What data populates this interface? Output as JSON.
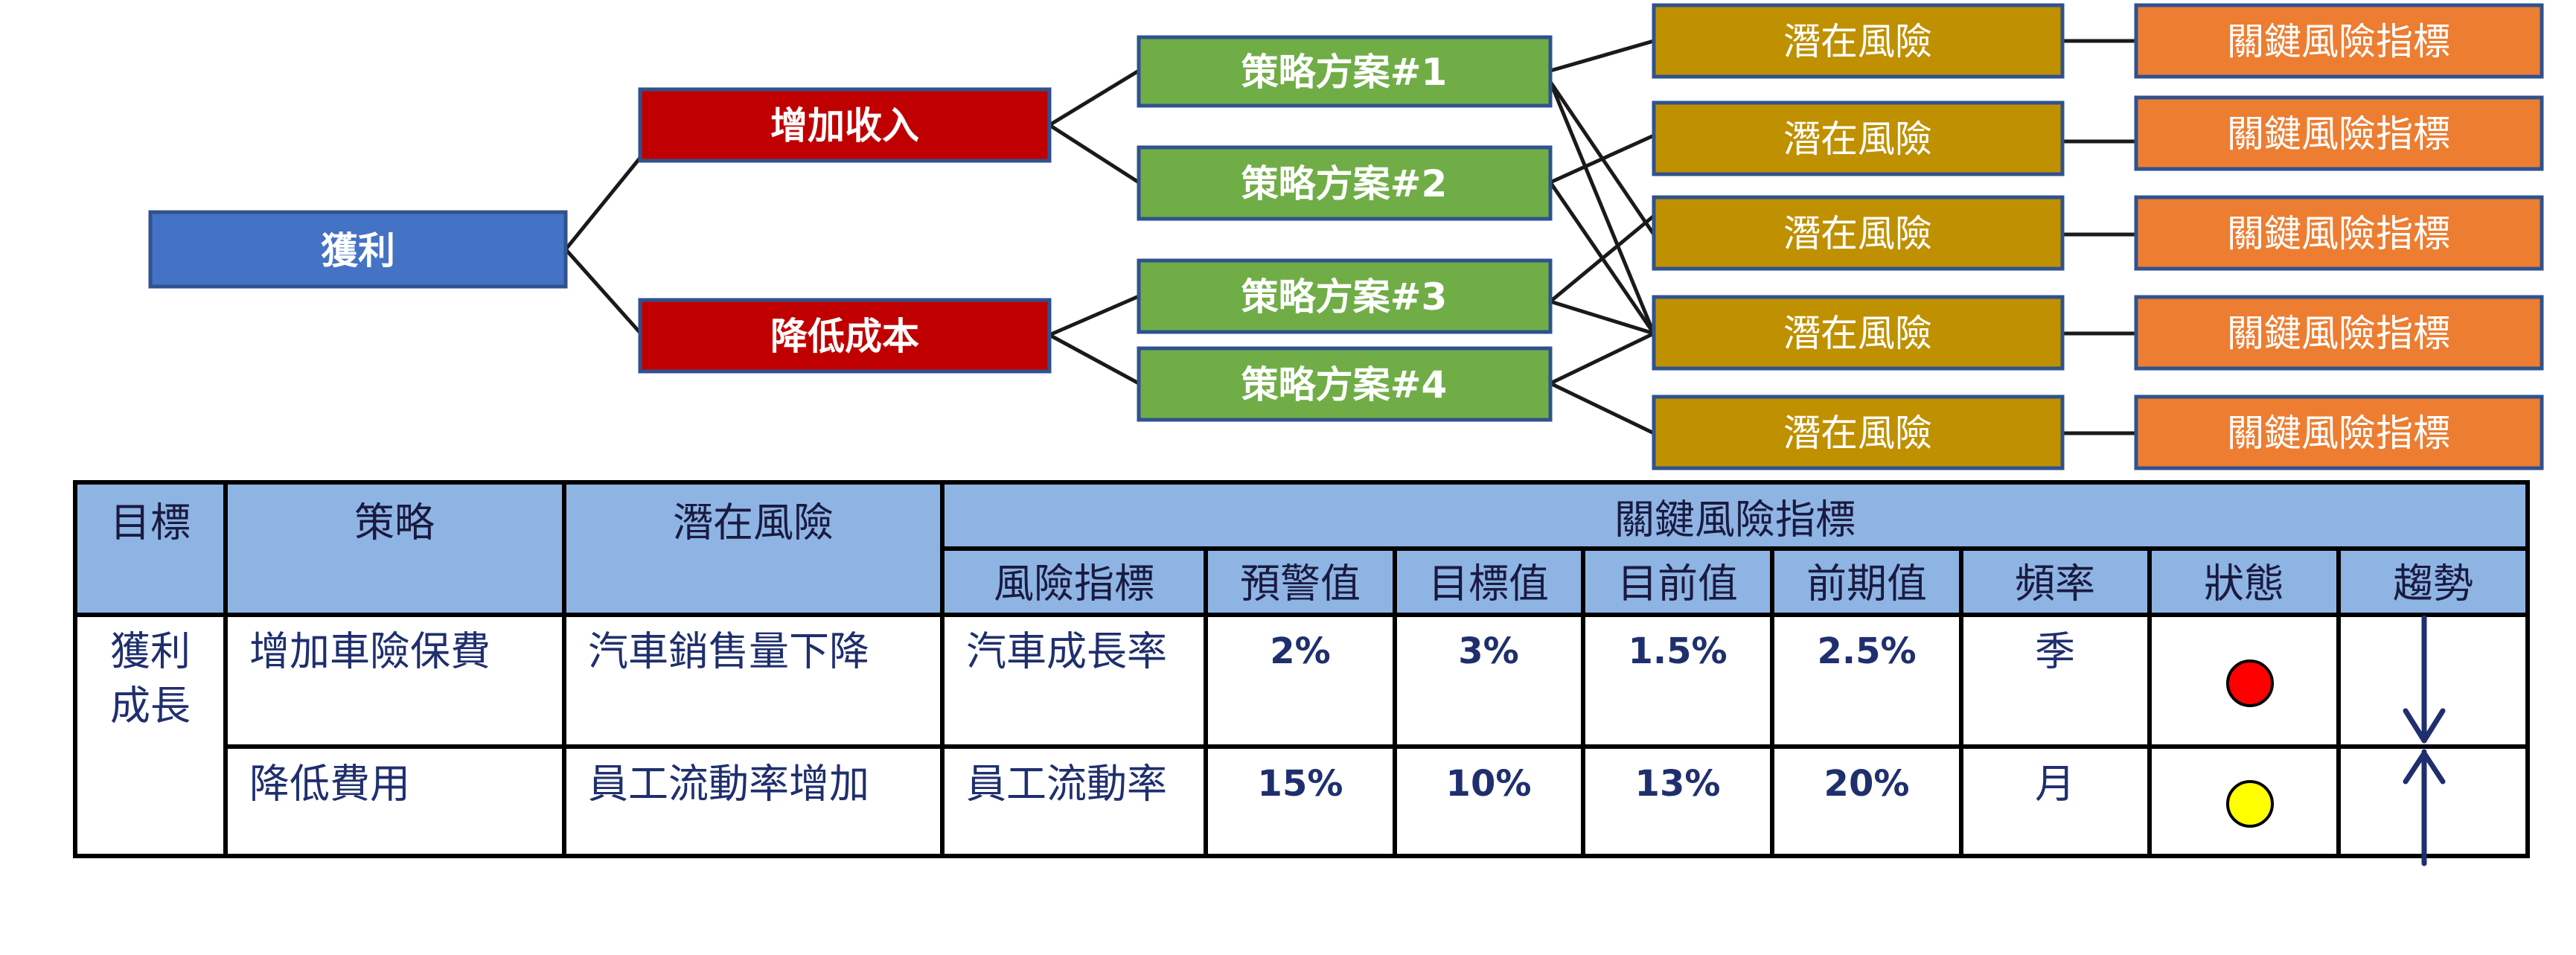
{
  "diagram": {
    "colors": {
      "root": "#4472c4",
      "branch": "#c00000",
      "strategy": "#70ad47",
      "risk": "#bf9000",
      "kri": "#ed7d31",
      "box_border": "#2f528f",
      "connector": "#1a1a1a"
    },
    "root": {
      "label": "獲利"
    },
    "branches": [
      {
        "label": "增加收入"
      },
      {
        "label": "降低成本"
      }
    ],
    "strategies": [
      {
        "label": "策略方案#1"
      },
      {
        "label": "策略方案#2"
      },
      {
        "label": "策略方案#3"
      },
      {
        "label": "策略方案#4"
      }
    ],
    "risks": [
      {
        "label": "潛在風險"
      },
      {
        "label": "潛在風險"
      },
      {
        "label": "潛在風險"
      },
      {
        "label": "潛在風險"
      },
      {
        "label": "潛在風險"
      }
    ],
    "kris": [
      {
        "label": "關鍵風險指標"
      },
      {
        "label": "關鍵風險指標"
      },
      {
        "label": "關鍵風險指標"
      },
      {
        "label": "關鍵風險指標"
      },
      {
        "label": "關鍵風險指標"
      }
    ]
  },
  "table": {
    "colors": {
      "header_bg": "#8eb4e3",
      "border": "#000000",
      "arrow": "#1f2f6e",
      "status_red": "#ff0000",
      "status_yellow": "#ffff00"
    },
    "headers": {
      "goal": "目標",
      "strategy": "策略",
      "risk": "潛在風險",
      "kri_group": "關鍵風險指標",
      "kri_columns": [
        "風險指標",
        "預警值",
        "目標值",
        "目前值",
        "前期值",
        "頻率",
        "狀態",
        "趨勢"
      ]
    },
    "goal_lines": [
      "獲利",
      "成長"
    ],
    "rows": [
      {
        "strategy": "增加車險保費",
        "risk": "汽車銷售量下降",
        "indicator": "汽車成長率",
        "warning": "2%",
        "target": "3%",
        "current": "1.5%",
        "previous": "2.5%",
        "frequency": "季",
        "status": "red",
        "trend": "down-arrow-icon"
      },
      {
        "strategy": "降低費用",
        "risk": "員工流動率增加",
        "indicator": "員工流動率",
        "warning": "15%",
        "target": "10%",
        "current": "13%",
        "previous": "20%",
        "frequency": "月",
        "status": "yellow",
        "trend": "up-arrow-icon"
      }
    ]
  }
}
